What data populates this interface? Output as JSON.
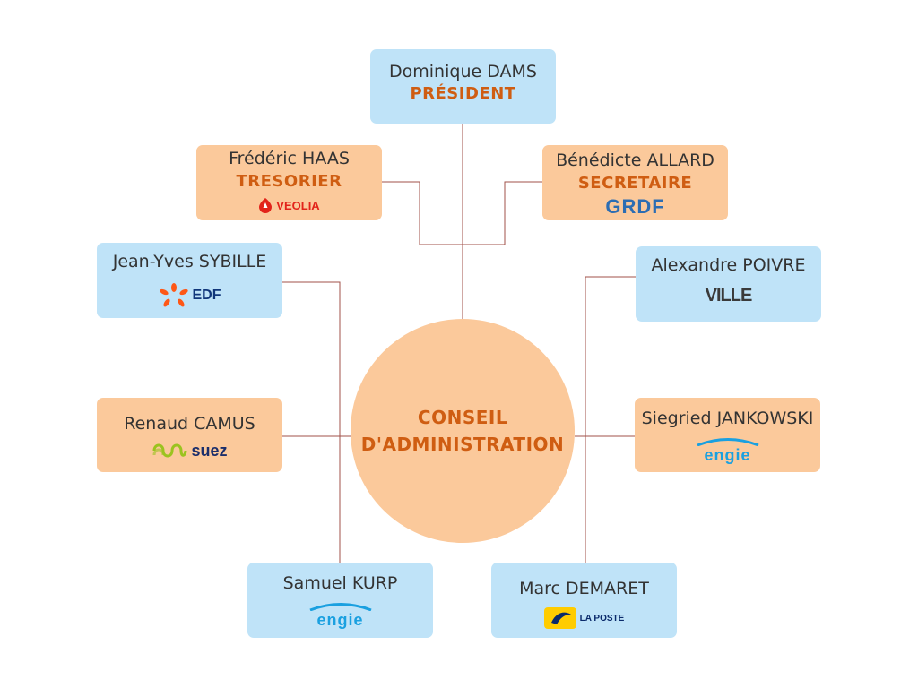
{
  "center": {
    "line1": "CONSEIL",
    "line2": "D'ADMINISTRATION"
  },
  "members": {
    "president": {
      "name": "Dominique DAMS",
      "role": "PRÉSIDENT"
    },
    "tresorier": {
      "name": "Frédéric HAAS",
      "role": "TRESORIER",
      "logo": "VEOLIA"
    },
    "secretaire": {
      "name": "Bénédicte ALLARD",
      "role": "SECRETAIRE",
      "logo": "GRDF"
    },
    "sybille": {
      "name": "Jean-Yves SYBILLE",
      "logo": "EDF"
    },
    "poivre": {
      "name": "Alexandre POIVRE",
      "logo": "VILLE"
    },
    "camus": {
      "name": "Renaud CAMUS",
      "logo": "SUEZ"
    },
    "jankowski": {
      "name": "Siegried JANKOWSKI",
      "logo": "ENGIE"
    },
    "kurp": {
      "name": "Samuel KURP",
      "logo": "ENGIE"
    },
    "demaret": {
      "name": "Marc DEMARET",
      "logo": "LA POSTE"
    }
  },
  "colors": {
    "blue_box": "#bfe3f8",
    "peach_box": "#fbc99b",
    "role_text": "#cf5d12",
    "connector": "#a0524a"
  }
}
